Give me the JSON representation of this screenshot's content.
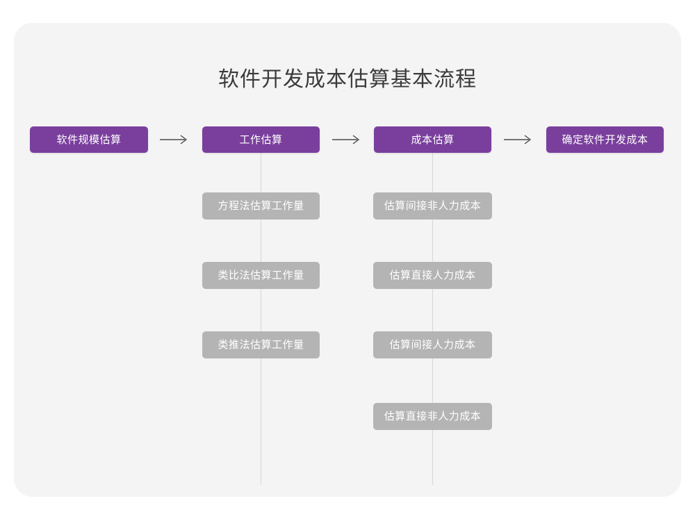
{
  "diagram": {
    "title": "软件开发成本估算基本流程",
    "title_color": "#3b3b3b",
    "card_bg": "#f4f4f5",
    "page_bg": "#ffffff",
    "primary_color": "#7a3f9d",
    "secondary_color": "#b4b4b4",
    "connector_color": "#d6d6d6",
    "arrow_color": "#4a4a4a",
    "type": "flowchart"
  },
  "flow": {
    "stages": [
      {
        "id": "stage-1",
        "label": "软件规模估算",
        "substeps": []
      },
      {
        "id": "stage-2",
        "label": "工作估算",
        "substeps": [
          {
            "label": "方程法估算工作量"
          },
          {
            "label": "类比法估算工作量"
          },
          {
            "label": "类推法估算工作量"
          }
        ]
      },
      {
        "id": "stage-3",
        "label": "成本估算",
        "substeps": [
          {
            "label": "估算间接非人力成本"
          },
          {
            "label": "估算直接人力成本"
          },
          {
            "label": "估算间接人力成本"
          },
          {
            "label": "估算直接非人力成本"
          }
        ]
      },
      {
        "id": "stage-4",
        "label": "确定软件开发成本",
        "substeps": []
      }
    ]
  }
}
